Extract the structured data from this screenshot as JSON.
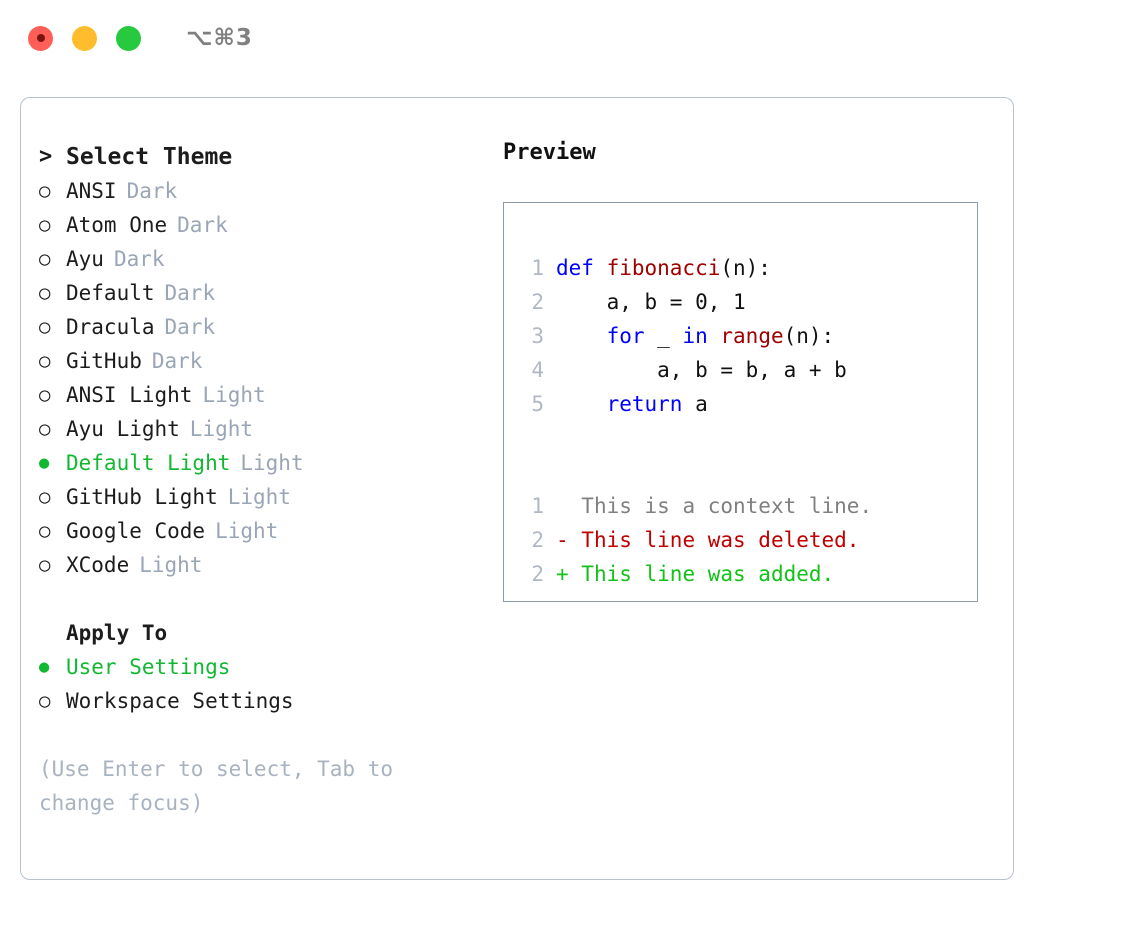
{
  "titlebar": {
    "shortcut": "⌥⌘3",
    "dots": [
      {
        "name": "close",
        "color": "#ff5f56"
      },
      {
        "name": "minimize",
        "color": "#ffbd2e"
      },
      {
        "name": "maximize",
        "color": "#27c93f"
      }
    ]
  },
  "theme_picker": {
    "header_prefix": ">",
    "header": "Select Theme",
    "bullet_unselected": "○",
    "bullet_selected": "●",
    "items": [
      {
        "name": "ANSI",
        "variant": "Dark",
        "selected": false
      },
      {
        "name": "Atom One",
        "variant": "Dark",
        "selected": false
      },
      {
        "name": "Ayu",
        "variant": "Dark",
        "selected": false
      },
      {
        "name": "Default",
        "variant": "Dark",
        "selected": false
      },
      {
        "name": "Dracula",
        "variant": "Dark",
        "selected": false
      },
      {
        "name": "GitHub",
        "variant": "Dark",
        "selected": false
      },
      {
        "name": "ANSI Light",
        "variant": "Light",
        "selected": false
      },
      {
        "name": "Ayu Light",
        "variant": "Light",
        "selected": false
      },
      {
        "name": "Default Light",
        "variant": "Light",
        "selected": true
      },
      {
        "name": "GitHub Light",
        "variant": "Light",
        "selected": false
      },
      {
        "name": "Google Code",
        "variant": "Light",
        "selected": false
      },
      {
        "name": "XCode",
        "variant": "Light",
        "selected": false
      }
    ]
  },
  "apply_to": {
    "header": "Apply To",
    "items": [
      {
        "label": "User Settings",
        "selected": true
      },
      {
        "label": "Workspace Settings",
        "selected": false
      }
    ]
  },
  "hint": "(Use Enter to select, Tab to change focus)",
  "preview": {
    "title": "Preview",
    "code_lines": [
      {
        "num": "1",
        "tokens": [
          {
            "text": "def ",
            "cls": "kw"
          },
          {
            "text": "fibonacci",
            "cls": "fn"
          },
          {
            "text": "(n):",
            "cls": "plain"
          }
        ]
      },
      {
        "num": "2",
        "tokens": [
          {
            "text": "    a, b = 0, 1",
            "cls": "plain"
          }
        ]
      },
      {
        "num": "3",
        "tokens": [
          {
            "text": "    ",
            "cls": "plain"
          },
          {
            "text": "for ",
            "cls": "kw"
          },
          {
            "text": "_ ",
            "cls": "plain"
          },
          {
            "text": "in ",
            "cls": "kw"
          },
          {
            "text": "range",
            "cls": "fn"
          },
          {
            "text": "(n):",
            "cls": "plain"
          }
        ]
      },
      {
        "num": "4",
        "tokens": [
          {
            "text": "        a, b = b, a + b",
            "cls": "plain"
          }
        ]
      },
      {
        "num": "5",
        "tokens": [
          {
            "text": "    ",
            "cls": "plain"
          },
          {
            "text": "return ",
            "cls": "kw"
          },
          {
            "text": "a",
            "cls": "plain"
          }
        ]
      }
    ],
    "diff_lines": [
      {
        "num": "1",
        "marker": " ",
        "text": " This is a context line.",
        "cls": "ctx"
      },
      {
        "num": "2",
        "marker": "-",
        "text": " This line was deleted.",
        "cls": "del"
      },
      {
        "num": "2",
        "marker": "+",
        "text": " This line was added.",
        "cls": "add"
      }
    ]
  },
  "colors": {
    "accent_green": "#12b832",
    "muted_gray": "#9aa6b5",
    "keyword_blue": "#0000ff",
    "function_red": "#a00000",
    "diff_add": "#12c217",
    "diff_del": "#c00000",
    "panel_border": "#b8c2ce",
    "preview_border": "#8c9bad"
  }
}
